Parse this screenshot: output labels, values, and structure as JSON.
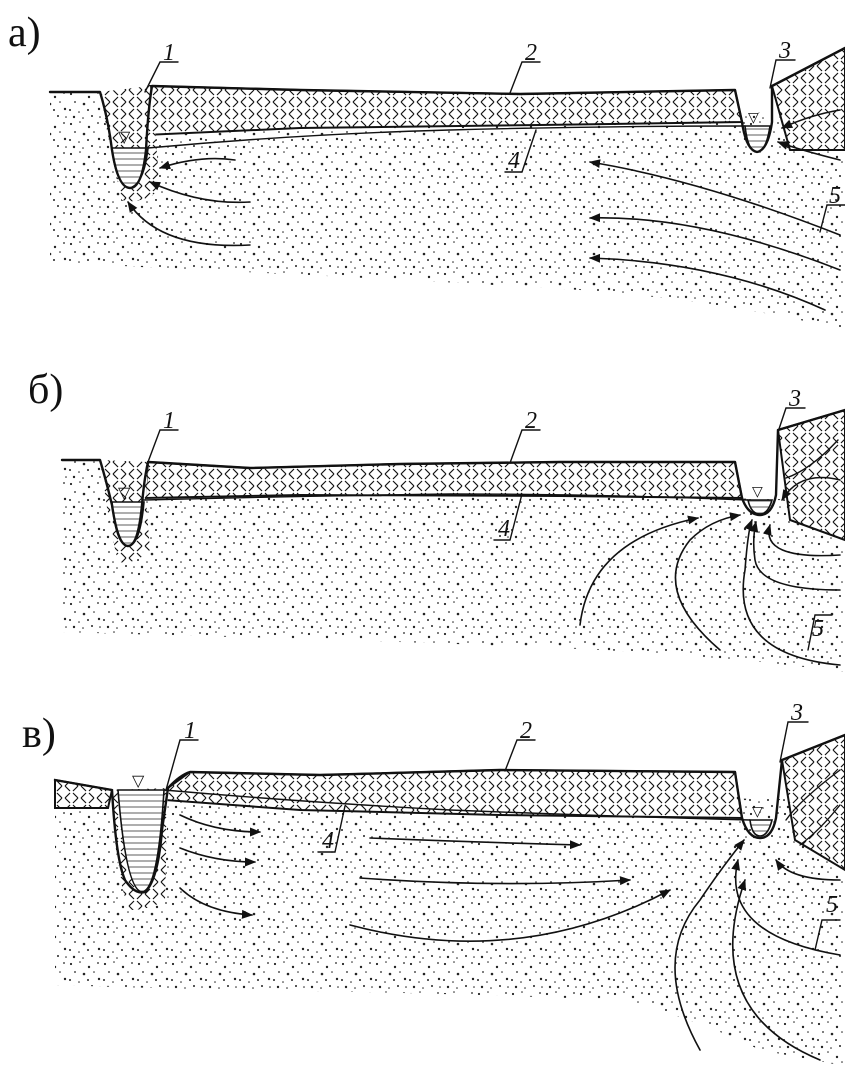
{
  "panels": [
    {
      "letter": "а)",
      "label_1": "1",
      "label_2": "2",
      "label_3": "3",
      "label_4": "4",
      "label_5": "5"
    },
    {
      "letter": "б)",
      "label_1": "1",
      "label_2": "2",
      "label_3": "3",
      "label_4": "4",
      "label_5": "5"
    },
    {
      "letter": "в)",
      "label_1": "1",
      "label_2": "2",
      "label_3": "3",
      "label_4": "4",
      "label_5": "5"
    }
  ]
}
